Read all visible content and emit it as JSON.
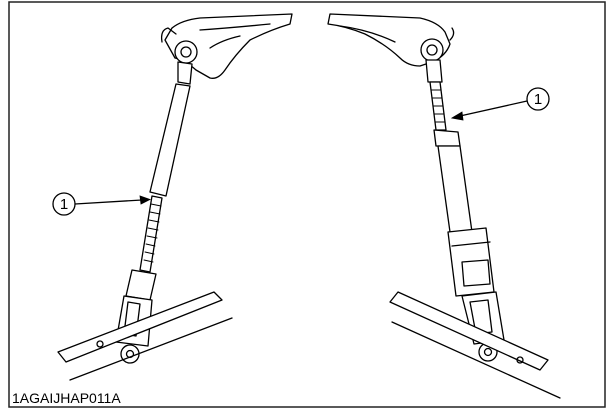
{
  "figure": {
    "callout_left": "1",
    "callout_right": "1",
    "image_code": "1AGAIJHAP011A"
  }
}
